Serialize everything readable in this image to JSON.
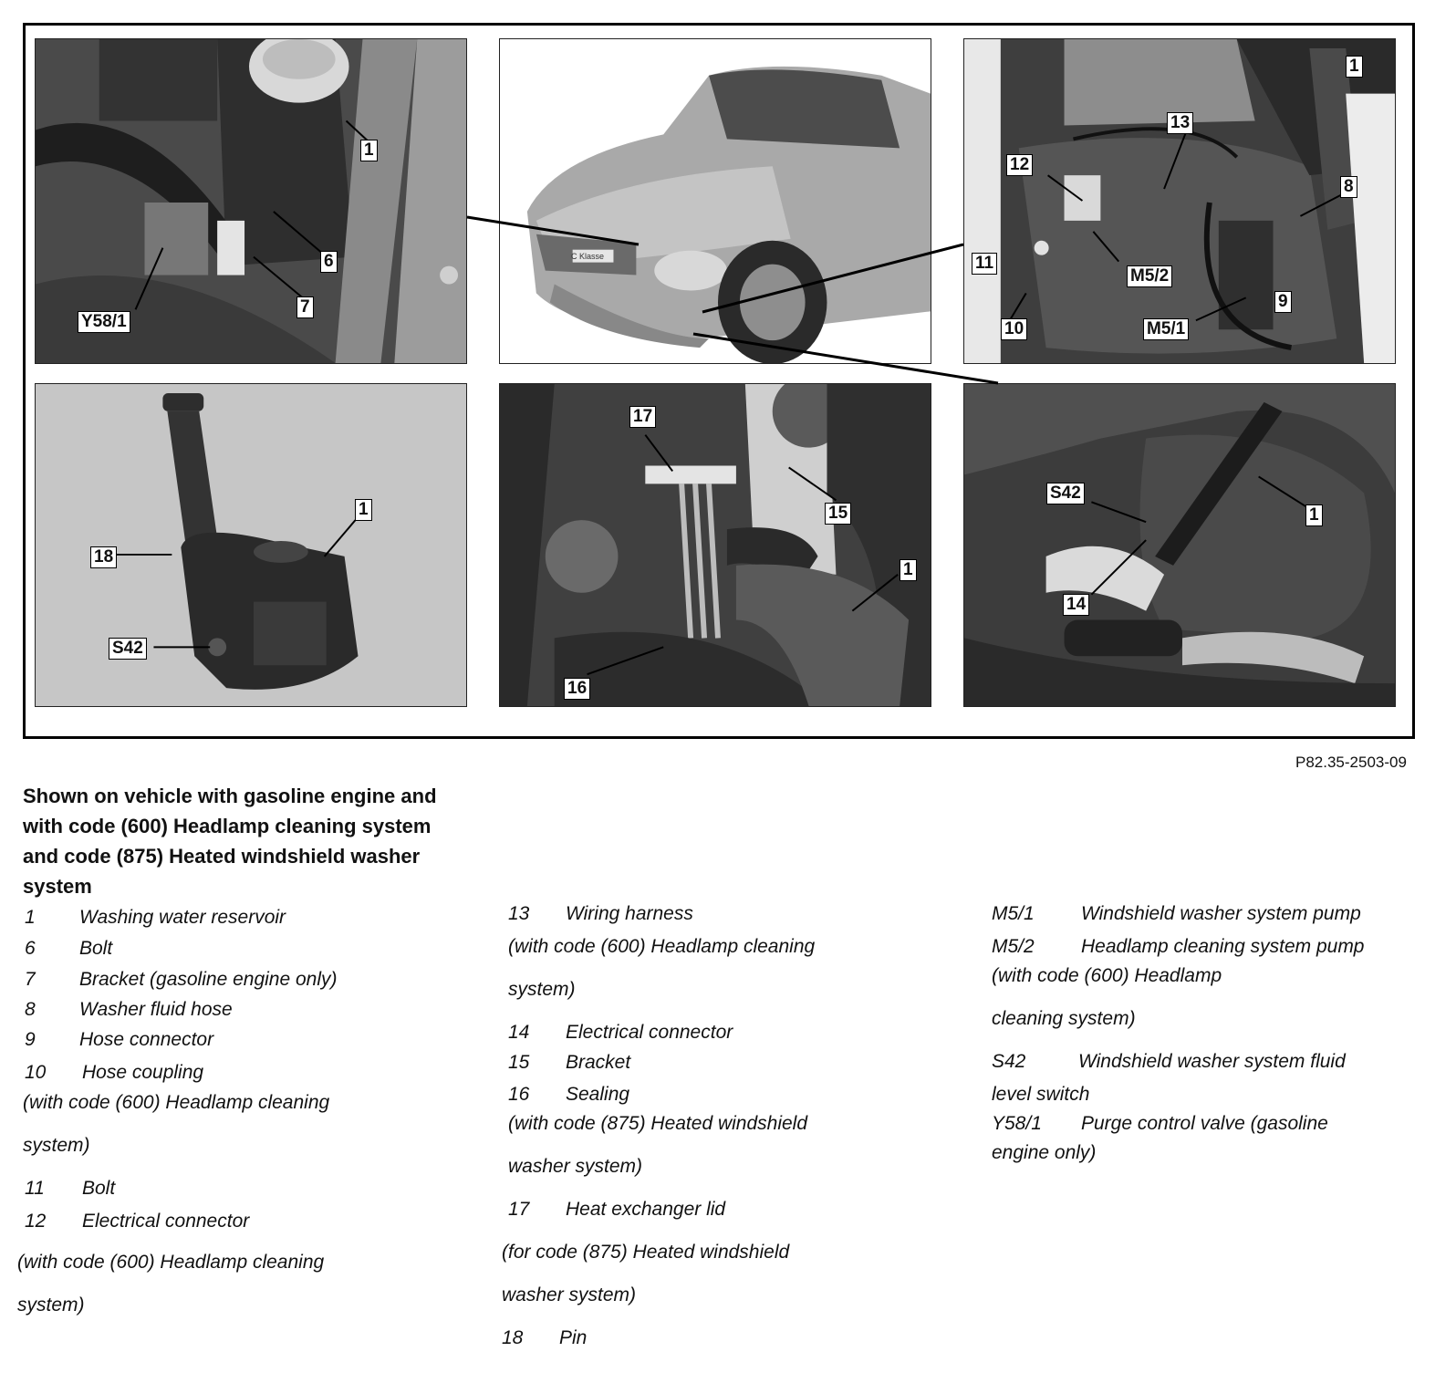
{
  "figure_ref": "P82.35-2503-09",
  "caption": "Shown on vehicle with gasoline engine and with code (600) Headlamp cleaning system and code (875) Heated windshield washer system",
  "panels": {
    "top_left": {
      "callouts": [
        "1",
        "6",
        "7",
        "Y58/1"
      ]
    },
    "top_middle": {
      "badge": "C Klasse"
    },
    "top_right": {
      "callouts": [
        "1",
        "13",
        "12",
        "8",
        "11",
        "M5/2",
        "10",
        "M5/1",
        "9"
      ]
    },
    "bottom_left": {
      "callouts": [
        "1",
        "18",
        "S42"
      ]
    },
    "bottom_middle": {
      "callouts": [
        "17",
        "15",
        "1",
        "16"
      ]
    },
    "bottom_right": {
      "callouts": [
        "S42",
        "1",
        "14"
      ]
    }
  },
  "legend": {
    "col1": [
      {
        "num": "1",
        "text": "Washing water reservoir"
      },
      {
        "num": "6",
        "text": "Bolt"
      },
      {
        "num": "7",
        "text": "Bracket (gasoline engine only)"
      },
      {
        "num": "8",
        "text": "Washer fluid hose"
      },
      {
        "num": "9",
        "text": "Hose connector"
      },
      {
        "num": "10",
        "text": "Hose coupling"
      },
      {
        "num": "",
        "text": "(with code (600) Headlamp cleaning"
      },
      {
        "num": "",
        "text": "system)"
      },
      {
        "num": "11",
        "text": "Bolt"
      },
      {
        "num": "12",
        "text": "Electrical connector"
      },
      {
        "num": "",
        "text": "(with code (600) Headlamp cleaning"
      },
      {
        "num": "",
        "text": "system)"
      }
    ],
    "col2": [
      {
        "num": "13",
        "text": "Wiring harness"
      },
      {
        "num": "",
        "text": "(with code (600) Headlamp cleaning"
      },
      {
        "num": "",
        "text": "system)"
      },
      {
        "num": "14",
        "text": "Electrical connector"
      },
      {
        "num": "15",
        "text": "Bracket"
      },
      {
        "num": "16",
        "text": "Sealing"
      },
      {
        "num": "",
        "text": "(with code (875) Heated windshield"
      },
      {
        "num": "",
        "text": "washer system)"
      },
      {
        "num": "17",
        "text": "Heat exchanger lid"
      },
      {
        "num": "",
        "text": "(for code (875) Heated windshield"
      },
      {
        "num": "",
        "text": "washer system)"
      },
      {
        "num": "18",
        "text": "Pin"
      }
    ],
    "col3": [
      {
        "num": "M5/1",
        "text": "Windshield washer system pump"
      },
      {
        "num": "M5/2",
        "text": "Headlamp cleaning system pump"
      },
      {
        "num": "",
        "text": "(with code (600) Headlamp"
      },
      {
        "num": "",
        "text": "cleaning system)"
      },
      {
        "num": "S42",
        "text": "Windshield washer system fluid"
      },
      {
        "num": "",
        "text": "level switch"
      },
      {
        "num": "Y58/1",
        "text": "Purge control valve (gasoline"
      },
      {
        "num": "",
        "text": "engine only)"
      }
    ]
  }
}
